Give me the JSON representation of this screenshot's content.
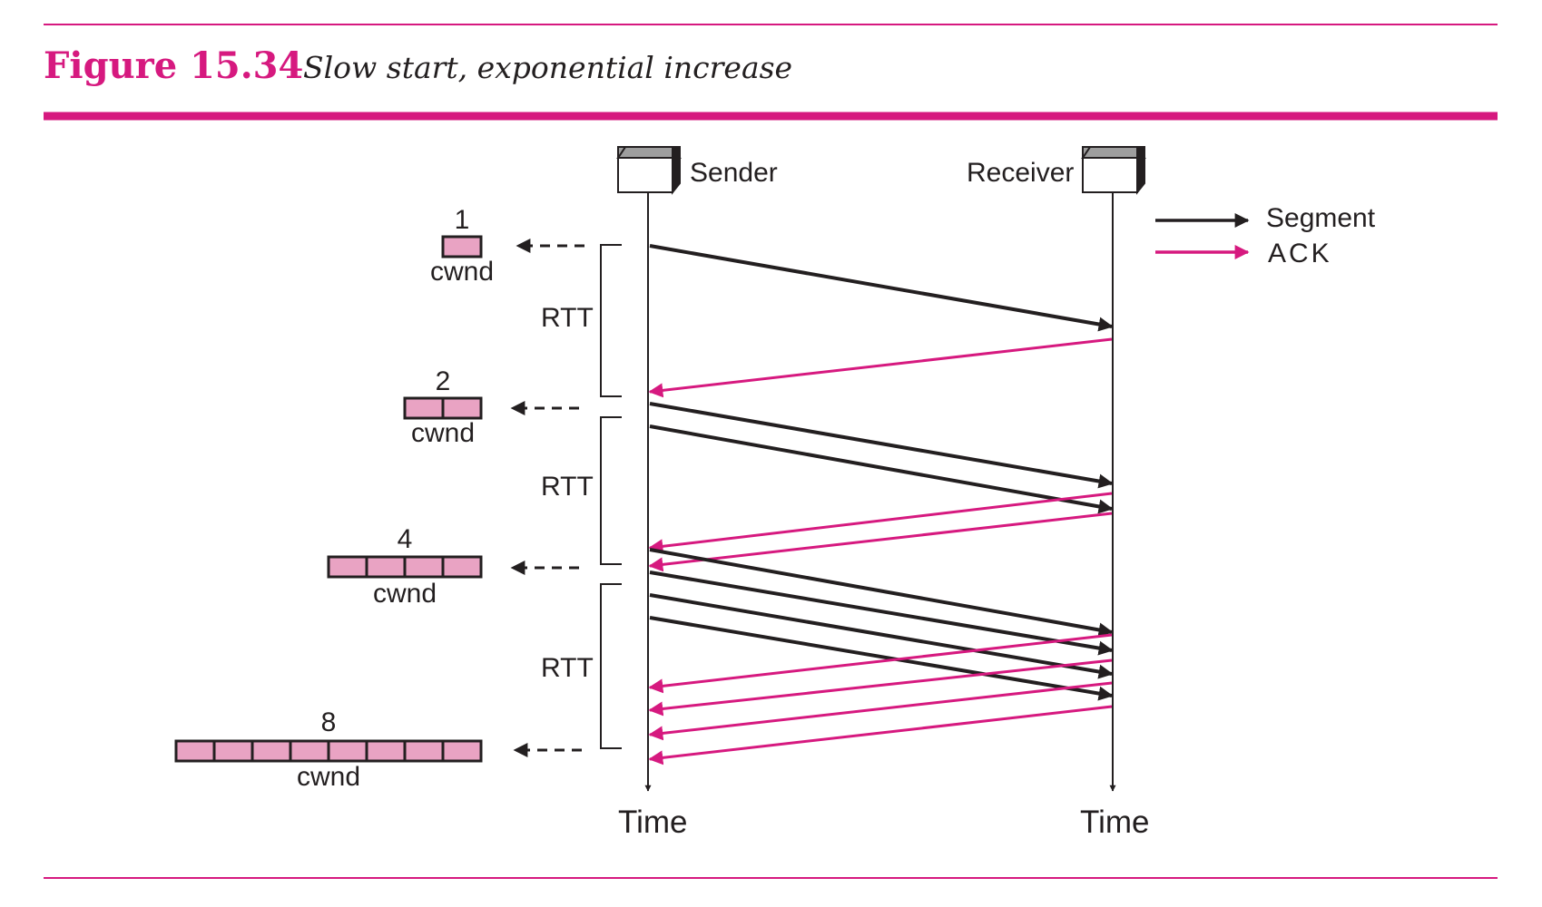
{
  "figure": {
    "number": "Figure 15.34",
    "caption": "Slow start, exponential increase"
  },
  "entities": {
    "sender": "Sender",
    "receiver": "Receiver",
    "sender_time": "Time",
    "receiver_time": "Time"
  },
  "legend": {
    "segment": "Segment",
    "ack": "ACK"
  },
  "rtt_label": "RTT",
  "cwnd": [
    {
      "value": "1",
      "label": "cwnd"
    },
    {
      "value": "2",
      "label": "cwnd"
    },
    {
      "value": "4",
      "label": "cwnd"
    },
    {
      "value": "8",
      "label": "cwnd"
    }
  ],
  "colors": {
    "accent": "#d6197f",
    "ink": "#231f20",
    "cwnd_fill": "#e9a3c3",
    "node_top": "#9e9e9e"
  }
}
